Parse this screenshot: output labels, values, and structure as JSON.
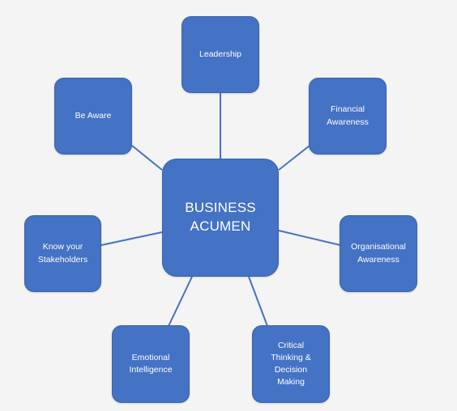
{
  "center": {
    "label": "BUSINESS\nACUMEN"
  },
  "nodes": {
    "leadership": "Leadership",
    "financial_awareness": "Financial\nAwareness",
    "organisational_awareness": "Organisational\nAwareness",
    "critical_thinking": "Critical\nThinking &\nDecision\nMaking",
    "emotional_intelligence": "Emotional\nIntelligence",
    "know_your_stakeholders": "Know your\nStakeholders",
    "be_aware": "Be Aware"
  },
  "colors": {
    "box_fill": "#4472c4",
    "box_border": "#3a62a8",
    "connector": "#4472c4",
    "text": "#ffffff",
    "background": "#f4f4f4"
  }
}
